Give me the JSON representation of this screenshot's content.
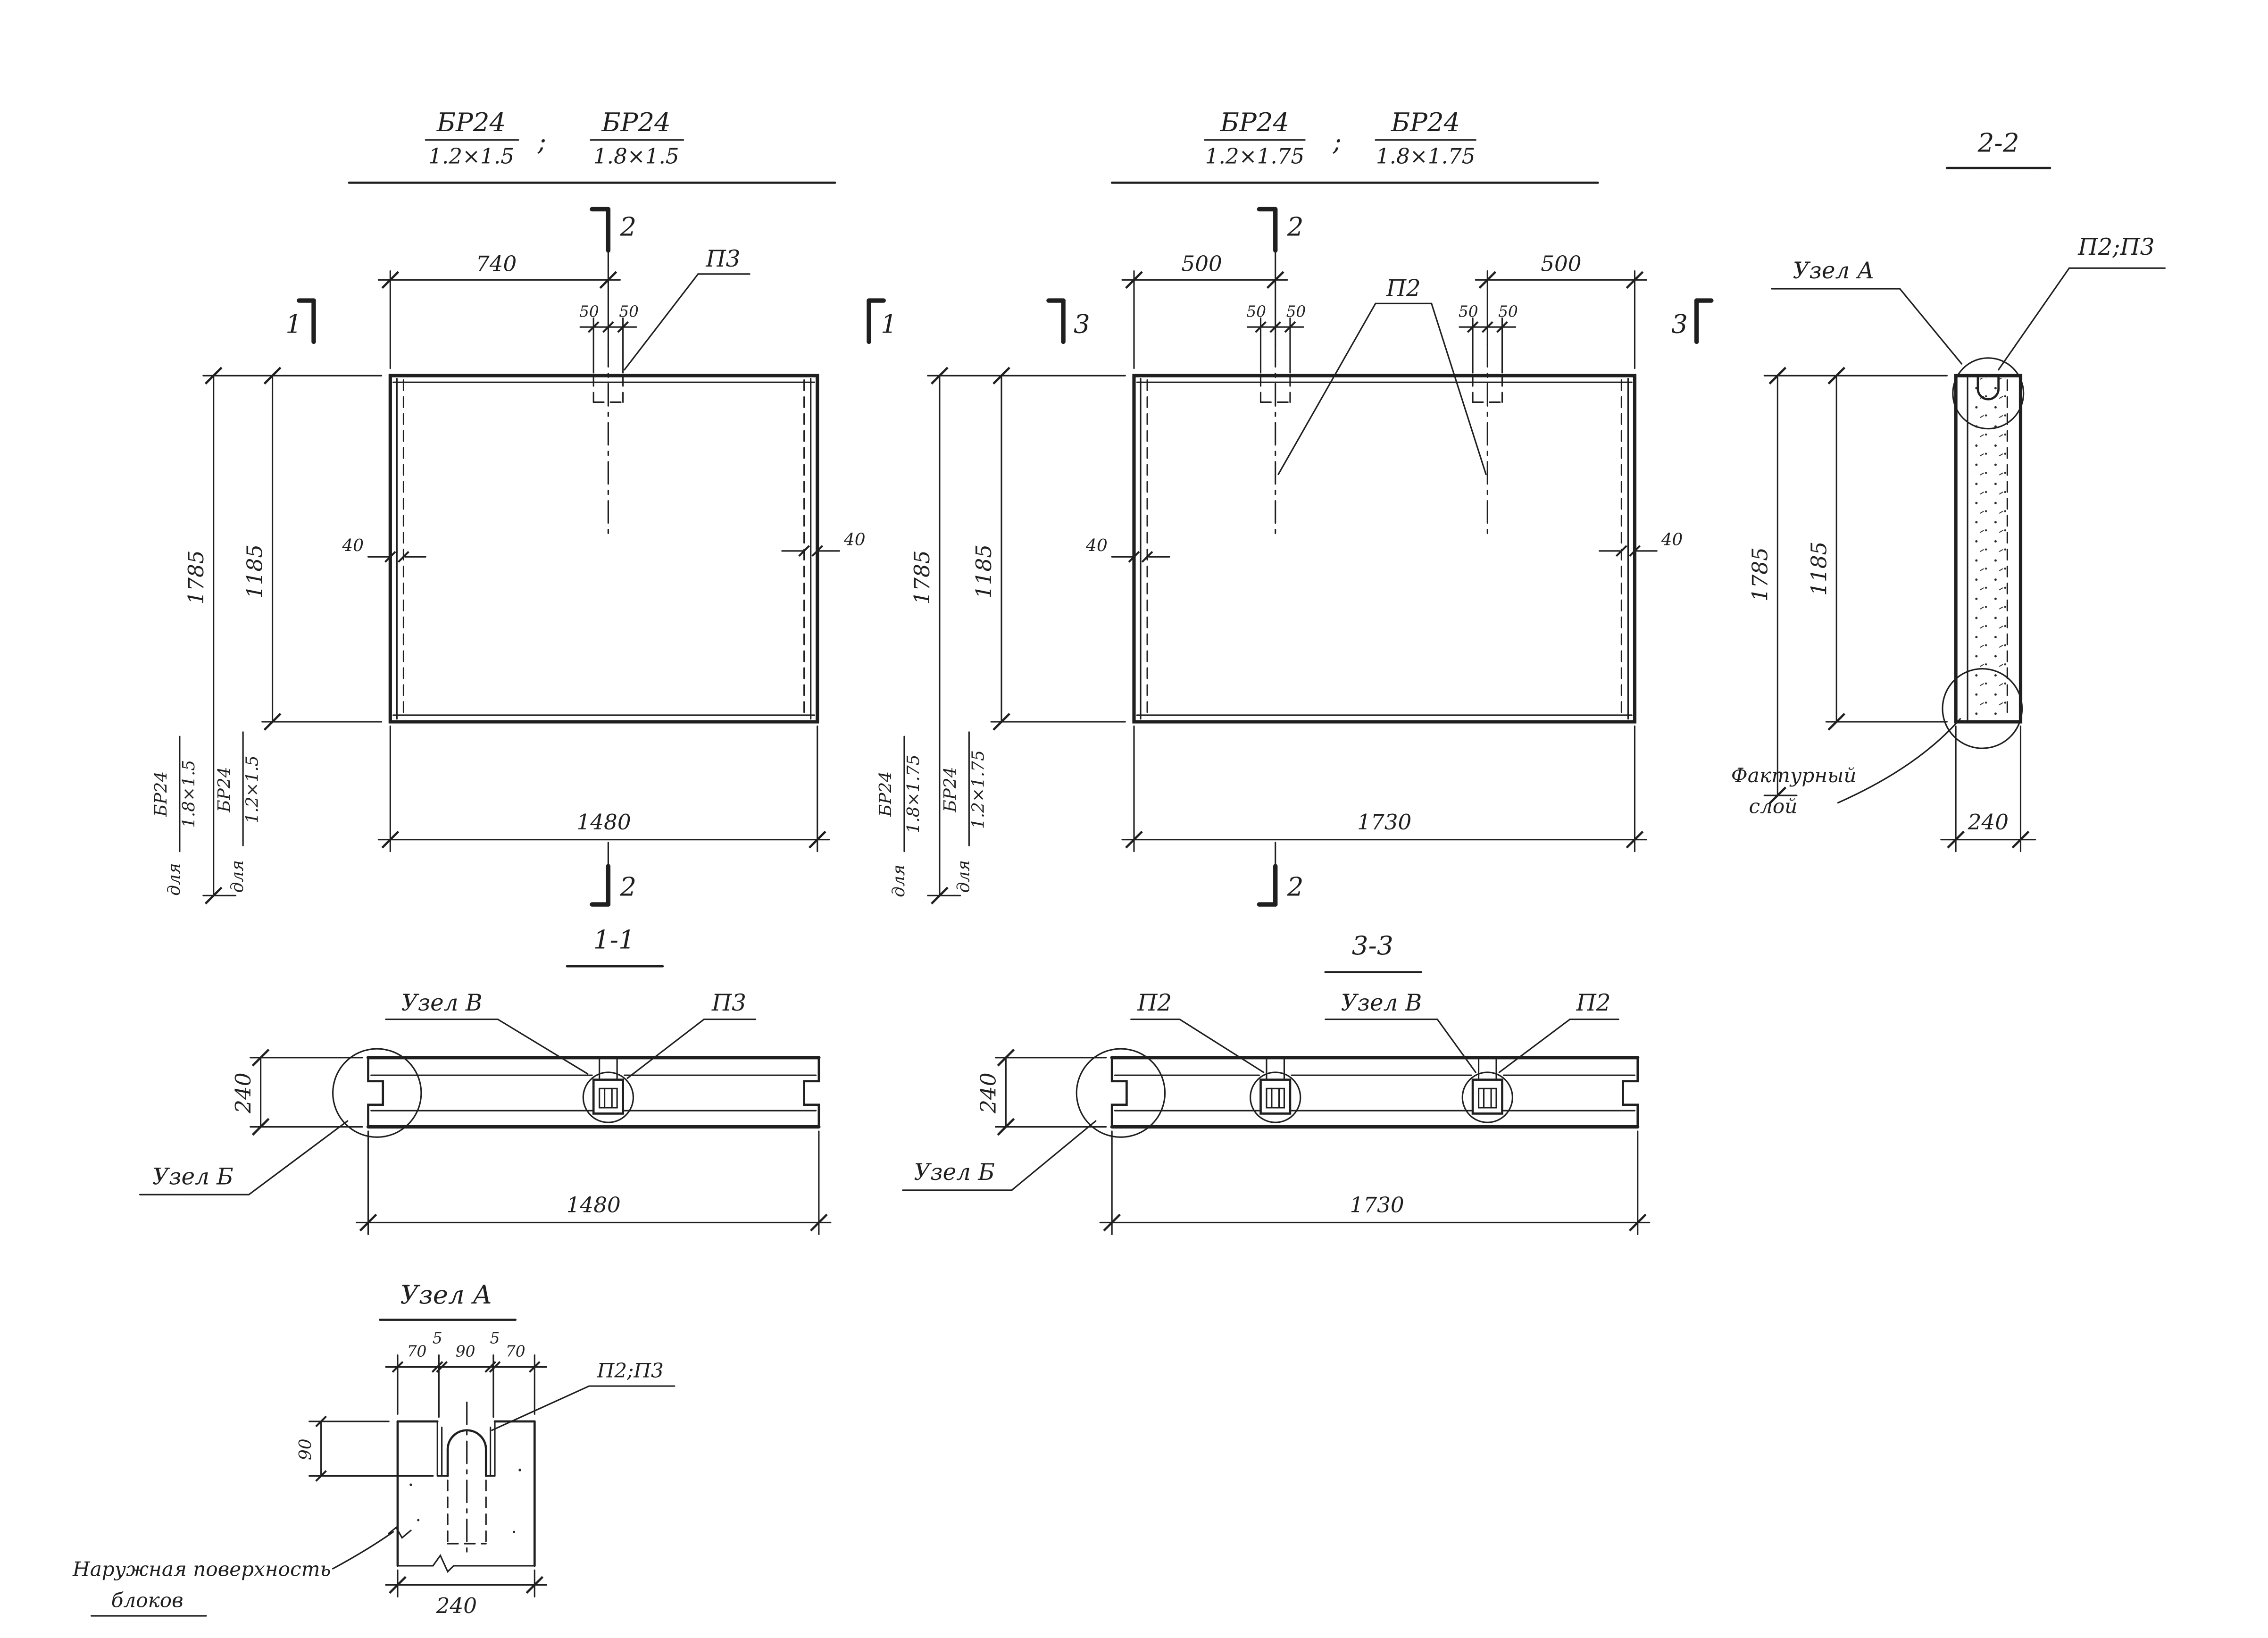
{
  "sheet": {
    "paper": "#ffffff",
    "ink": "#1f1f1f"
  },
  "view1": {
    "title": {
      "num1": "БР24",
      "den1": "1.2×1.5",
      "sep": ";",
      "num2": "БР24",
      "den2": "1.8×1.5"
    },
    "dims": {
      "w_to_slot": "740",
      "slot_l": "50",
      "slot_r": "50",
      "h_tall": "1785",
      "h_short": "1185",
      "wall_l": "40",
      "wall_r": "40",
      "width": "1480"
    },
    "labels": {
      "p3": "П3"
    },
    "marks": {
      "cut1_l": "1",
      "cut1_r": "1",
      "cut2_t": "2",
      "cut2_b": "2"
    },
    "note_tall": {
      "for": "для",
      "num": "БР24",
      "den": "1.8×1.5"
    },
    "note_short": {
      "for": "для",
      "num": "БР24",
      "den": "1.2×1.5"
    }
  },
  "view2": {
    "title": {
      "num1": "БР24",
      "den1": "1.2×1.75",
      "sep": ";",
      "num2": "БР24",
      "den2": "1.8×1.75"
    },
    "dims": {
      "left_500": "500",
      "right_500": "500",
      "slot1_l": "50",
      "slot1_r": "50",
      "slot2_l": "50",
      "slot2_r": "50",
      "h_tall": "1785",
      "h_short": "1185",
      "wall_l": "40",
      "wall_r": "40",
      "width": "1730"
    },
    "labels": {
      "p2": "П2"
    },
    "marks": {
      "cut3_l": "3",
      "cut3_r": "3",
      "cut2_t": "2",
      "cut2_b": "2"
    },
    "note_tall": {
      "for": "для",
      "num": "БР24",
      "den": "1.8×1.75"
    },
    "note_short": {
      "for": "для",
      "num": "БР24",
      "den": "1.2×1.75"
    }
  },
  "section22": {
    "title": "2-2",
    "labels": {
      "uzel_a": "Узел А",
      "p2p3": "П2;П3",
      "factura1": "Фактурный",
      "factura2": "слой"
    },
    "dims": {
      "h_tall": "1785",
      "h_short": "1185",
      "thickness": "240"
    }
  },
  "section11": {
    "title": "1-1",
    "labels": {
      "uzel_v": "Узел В",
      "p3": "П3",
      "uzel_b": "Узел Б"
    },
    "dims": {
      "thickness": "240",
      "width": "1480"
    }
  },
  "section33": {
    "title": "3-3",
    "labels": {
      "p2_left": "П2",
      "uzel_v": "Узел В",
      "p2_right": "П2",
      "uzel_b": "Узел Б"
    },
    "dims": {
      "thickness": "240",
      "width": "1730"
    }
  },
  "uzel_a": {
    "title": "Узел А",
    "dims": {
      "top": [
        "70",
        "5",
        "90",
        "5",
        "70"
      ],
      "depth": "90",
      "thickness": "240"
    },
    "labels": {
      "p2p3": "П2;П3",
      "outer1": "Наружная поверхность",
      "outer2": "блоков"
    }
  }
}
